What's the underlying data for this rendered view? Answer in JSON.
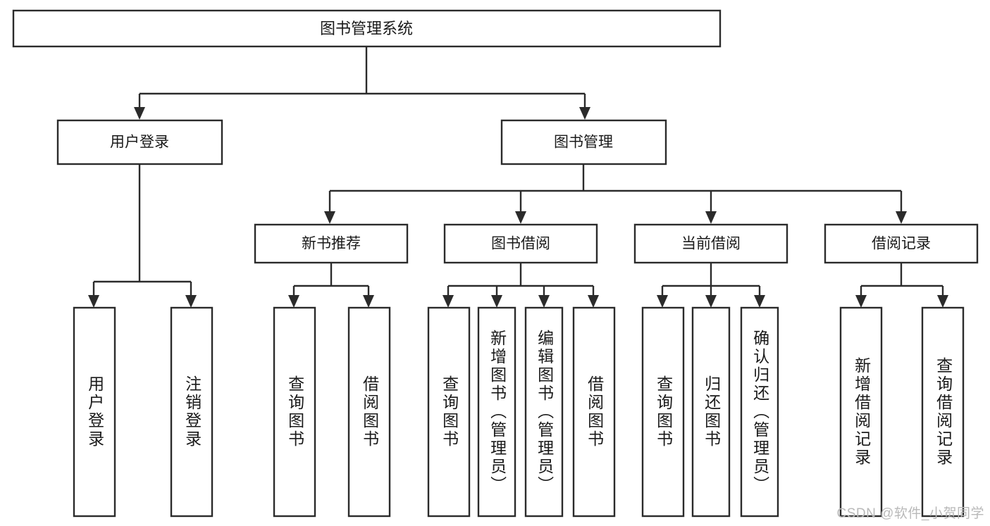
{
  "diagram": {
    "type": "tree-hierarchy-chart",
    "title": "图书管理系统",
    "watermark": "CSDN @软件_小贺同学",
    "colors": {
      "background": "#ffffff",
      "stroke": "#2b2b2b",
      "text": "#1a1a1a",
      "watermark": "#b9b9b9"
    },
    "levels": {
      "root": {
        "label": "图书管理系统"
      },
      "level2": [
        {
          "label": "用户登录"
        },
        {
          "label": "图书管理"
        }
      ],
      "level3": [
        {
          "label": "新书推荐"
        },
        {
          "label": "图书借阅"
        },
        {
          "label": "当前借阅"
        },
        {
          "label": "借阅记录"
        }
      ],
      "leaves": {
        "user_login": [
          {
            "label": "用户登录"
          },
          {
            "label": "注销登录"
          }
        ],
        "new_book_recommend": [
          {
            "label": "查询图书"
          },
          {
            "label": "借阅图书"
          }
        ],
        "book_borrow": [
          {
            "label": "查询图书"
          },
          {
            "label": "新增图书（管理员）"
          },
          {
            "label": "编辑图书（管理员）"
          },
          {
            "label": "借阅图书"
          }
        ],
        "current_borrow": [
          {
            "label": "查询图书"
          },
          {
            "label": "归还图书"
          },
          {
            "label": "确认归还（管理员）"
          }
        ],
        "borrow_records": [
          {
            "label": "新增借阅记录"
          },
          {
            "label": "查询借阅记录"
          }
        ]
      }
    }
  }
}
